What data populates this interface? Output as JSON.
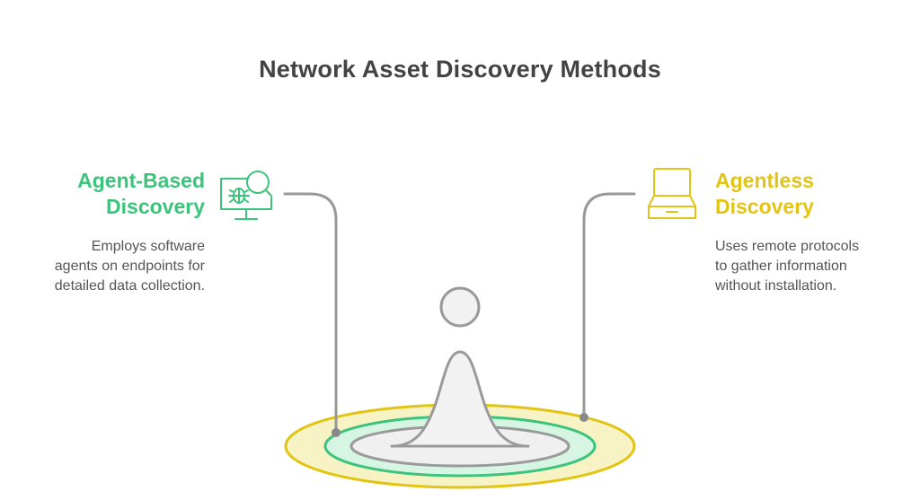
{
  "title": "Network Asset Discovery Methods",
  "methods": [
    {
      "heading_line1": "Agent-Based",
      "heading_line2": "Discovery",
      "description_lines": [
        "Employs software",
        "agents on endpoints for",
        "detailed data collection."
      ],
      "icon": "monitor-bug-search-icon",
      "color": "#3cc47c"
    },
    {
      "heading_line1": "Agentless",
      "heading_line2": "Discovery",
      "description_lines": [
        "Uses remote protocols",
        "to gather information",
        "without installation."
      ],
      "icon": "laptop-icon",
      "color": "#e2c514"
    }
  ],
  "colors": {
    "outer_ring": "#e2c514",
    "outer_ring_fill": "#f8f3c4",
    "inner_ring": "#3cc47c",
    "inner_ring_fill": "#d6f5e3",
    "core_ring": "#9a9a9a",
    "figure_fill": "#f2f2f2",
    "figure_stroke": "#9a9a9a",
    "connector": "#999999"
  }
}
